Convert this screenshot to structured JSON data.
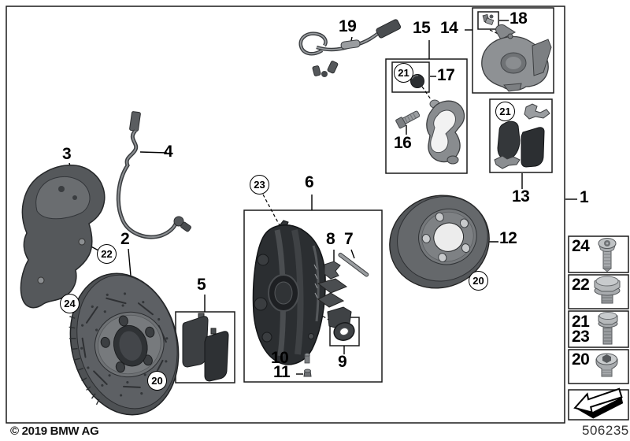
{
  "document": {
    "copyright": "© 2019 BMW AG",
    "diagram_number": "506235"
  },
  "labels": {
    "n1": "1",
    "n2": "2",
    "n3": "3",
    "n4": "4",
    "n5": "5",
    "n6": "6",
    "n7": "7",
    "n8": "8",
    "n9": "9",
    "n10": "10",
    "n11": "11",
    "n12": "12",
    "n13": "13",
    "n14": "14",
    "n15": "15",
    "n16": "16",
    "n17": "17",
    "n18": "18",
    "n19": "19",
    "n20": "20",
    "n21": "21",
    "n22": "22",
    "n23": "23",
    "n24": "24"
  },
  "colors": {
    "background": "#ffffff",
    "line_art": "#000000",
    "part_dark": "#2b2e31",
    "part_gray": "#6a6d70",
    "part_light_gray": "#9a9da0"
  }
}
